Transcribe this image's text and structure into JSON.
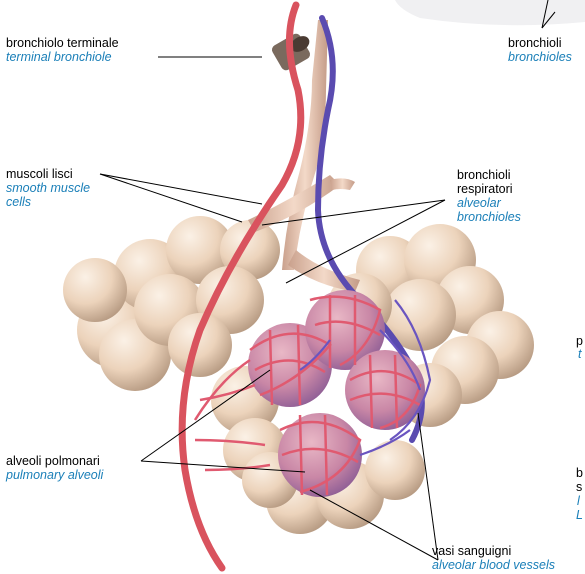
{
  "labels": {
    "terminal_bronchiole": {
      "it": "bronchiolo terminale",
      "en": "terminal bronchiole"
    },
    "bronchioles": {
      "it": "bronchioli",
      "en": "bronchioles"
    },
    "smooth_muscle": {
      "it": "muscoli lisci",
      "en_line1": "smooth muscle",
      "en_line2": "cells"
    },
    "respiratory_bronchioles": {
      "it_line1": "bronchioli",
      "it_line2": "respiratori",
      "en_line1": "alveolar",
      "en_line2": "bronchioles"
    },
    "pulmonary_alveoli": {
      "it": "alveoli polmonari",
      "en": "pulmonary alveoli"
    },
    "blood_vessels": {
      "it": "vasi sanguigni",
      "en": "alveolar blood vessels"
    }
  },
  "edge_fragments": {
    "p": "p",
    "t": "t",
    "b": "b",
    "s": "s",
    "l": "l",
    "L": "L"
  },
  "colors": {
    "artery": "#d9535e",
    "vein": "#5a4bb0",
    "alveolus": "#efd9c2",
    "bronchiole": "#e8c4b0",
    "label_en": "#1a7fb8"
  }
}
